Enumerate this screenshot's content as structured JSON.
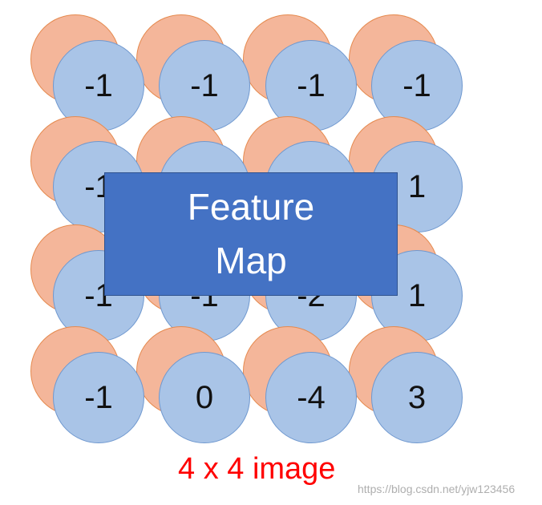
{
  "grid": {
    "rows": [
      [
        "-1",
        "-1",
        "-1",
        "-1"
      ],
      [
        "-1",
        "",
        "",
        "1"
      ],
      [
        "-1",
        "-1",
        "-2",
        "1"
      ],
      [
        "-1",
        "0",
        "-4",
        "3"
      ]
    ]
  },
  "overlay": {
    "line1": "Feature",
    "line2": "Map"
  },
  "caption": "4 x 4 image",
  "watermark": "https://blog.csdn.net/yjw123456",
  "colors": {
    "back_circle": "#f4b69a",
    "front_circle": "#a9c4e7",
    "overlay_box": "#4472c4",
    "caption": "#ff0000"
  }
}
